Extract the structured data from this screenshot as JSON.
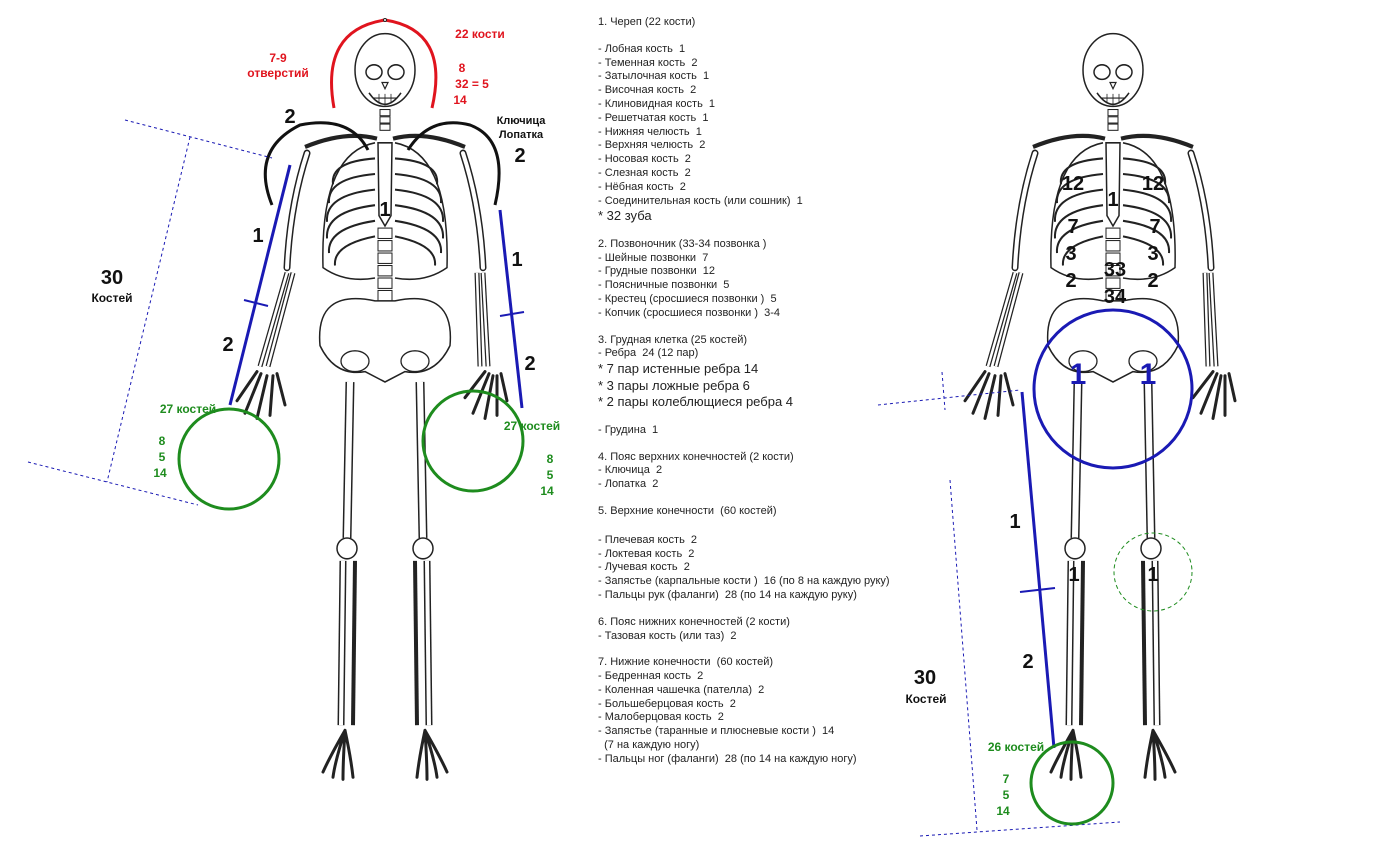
{
  "legend": {
    "skull": {
      "title": "1. Череп (22 кости)",
      "items": [
        "- Лобная кость  1",
        "- Теменная кость  2",
        "- Затылочная кость  1",
        "- Височная кость  2",
        "- Клиновидная кость  1",
        "- Решетчатая кость  1",
        "- Нижняя челюсть  1",
        "- Верхняя челюсть  2",
        "- Носовая кость  2",
        "- Слезная кость  2",
        "- Нёбная кость  2",
        "- Соединительная кость (или сошник)  1"
      ],
      "note": "* 32 зуба"
    },
    "spine": {
      "title": "2. Позвоночник (33-34 позвонка )",
      "items": [
        "- Шейные позвонки  7",
        "- Грудные позвонки  12",
        "- Поясничные позвонки  5",
        "- Крестец (сросшиеся позвонки )  5",
        "- Копчик (сросшиеся позвонки )  3-4"
      ]
    },
    "chest": {
      "title": "3. Грудная клетка (25 костей)",
      "items": [
        "- Ребра  24 (12 пар)"
      ],
      "notes": [
        "* 7 пар истенные ребра 14",
        "* 3 пары ложные ребра 6",
        "* 2 пары колеблющиеся ребра 4"
      ],
      "sternum": "- Грудина  1"
    },
    "upper_girdle": {
      "title": "4. Пояс верхних конечностей (2 кости)",
      "items": [
        "- Ключица  2",
        "- Лопатка  2"
      ]
    },
    "upper_limbs": {
      "title": "5. Верхние конечности  (60 костей)",
      "items": [
        "- Плечевая кость  2",
        "- Локтевая кость  2",
        "- Лучевая кость  2",
        "- Запястье (карпальные кости )  16 (по 8 на каждую руку)",
        "- Пальцы рук (фаланги)  28 (по 14 на каждую руку)"
      ]
    },
    "lower_girdle": {
      "title": "6. Пояс нижних конечностей (2 кости)",
      "items": [
        "- Тазовая кость (или таз)  2"
      ]
    },
    "lower_limbs": {
      "title": "7. Нижние конечности  (60 костей)",
      "items": [
        "- Бедренная кость  2",
        "- Коленная чашечка (пателла)  2",
        "- Большеберцовая кость  2",
        "- Малоберцовая кость  2",
        "- Запястье (таранные и плюсневые кости )  14",
        "  (7 на каждую ногу)",
        "- Пальцы ног (фаланги)  28 (по 14 на каждую ногу)"
      ]
    }
  },
  "left_figure": {
    "skull_count": "22 кости",
    "openings_1": "7-9",
    "openings_2": "отверстий",
    "teeth_1": "8",
    "teeth_2": "32 = 5",
    "teeth_3": "14",
    "shoulder_left_num": "2",
    "shoulder_right_num": "2",
    "clavicle": "Ключица",
    "scapula": "Лопатка",
    "sternum_num": "1",
    "upper_arm_num": "1",
    "forearm_num": "2",
    "right_upper_arm_num": "1",
    "right_forearm_num": "2",
    "arm_total": "30",
    "arm_total_label": "Костей",
    "hand_left_count": "27 костей",
    "hand_left_1": "8",
    "hand_left_2": "5",
    "hand_left_3": "14",
    "hand_right_count": "27 костей",
    "hand_right_1": "8",
    "hand_right_2": "5",
    "hand_right_3": "14"
  },
  "right_figure": {
    "ribs_l_12": "12",
    "ribs_r_12": "12",
    "sternum": "1",
    "ribs_l_7": "7",
    "ribs_r_7": "7",
    "ribs_l_3": "3",
    "ribs_r_3": "3",
    "ribs_l_2": "2",
    "ribs_r_2": "2",
    "vert_33": "33",
    "vert_34": "34",
    "pelvis_l": "1",
    "pelvis_r": "1",
    "femur_num": "1",
    "knee_l": "1",
    "knee_r": "1",
    "shin_num": "2",
    "leg_total": "30",
    "leg_total_label": "Костей",
    "foot_count": "26 костей",
    "foot_1": "7",
    "foot_2": "5",
    "foot_3": "14"
  },
  "colors": {
    "red": "#e0141e",
    "blue": "#1a1ab4",
    "green": "#1e8c1e",
    "black": "#111111"
  }
}
